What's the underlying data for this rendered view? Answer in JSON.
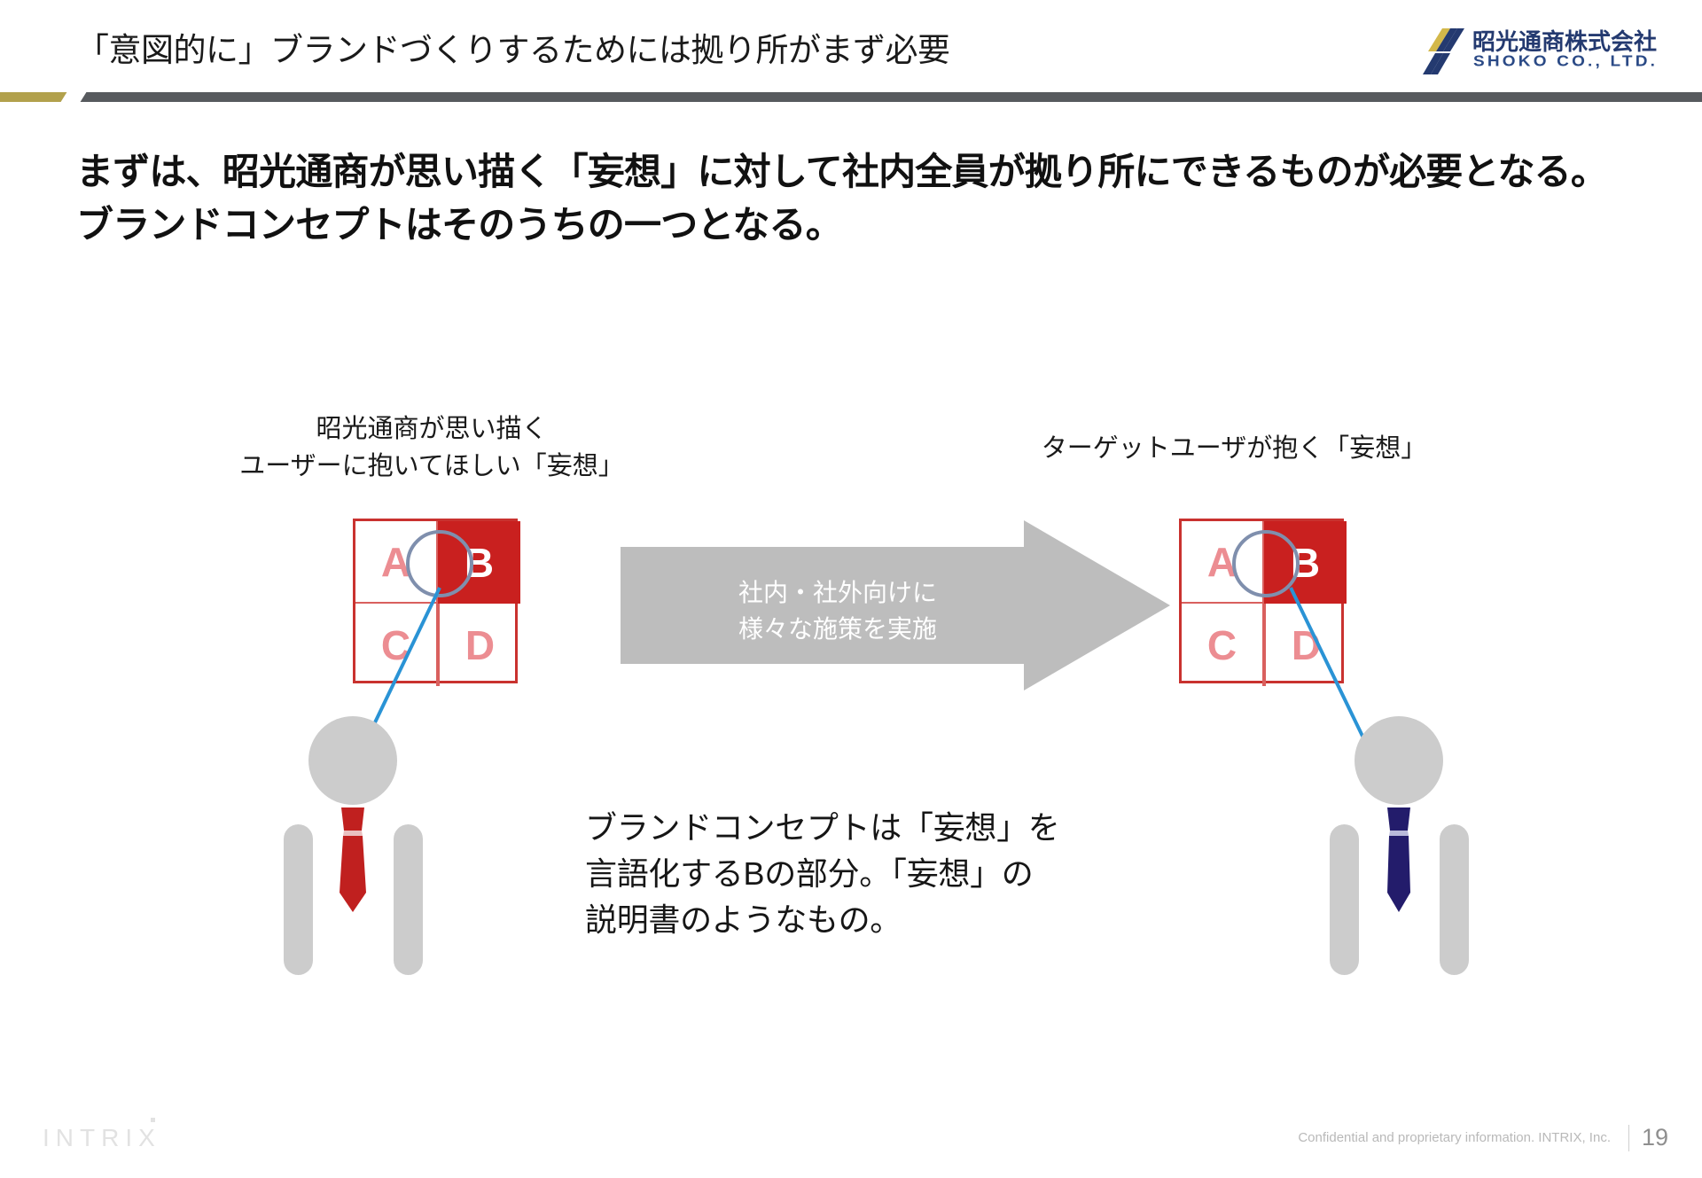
{
  "slide": {
    "header_title": "「意図的に」ブランドづくりするためには拠り所がまず必要",
    "lead_line1": "まずは、昭光通商が思い描く「妄想」に対して社内全員が拠り所にできるものが必要となる。",
    "lead_line2": "ブランドコンセプトはそのうちの一つとなる。"
  },
  "logo": {
    "company_ja": "昭光通商株式会社",
    "company_en": "SHOKO CO., LTD.",
    "slash_gold": "#d3b84a",
    "slash_navy": "#243a70"
  },
  "diagram": {
    "label_left_line1": "昭光通商が思い描く",
    "label_left_line2": "ユーザーに抱いてほしい「妄想」",
    "label_right": "ターゲットユーザが抱く「妄想」",
    "arrow_text_line1": "社内・社外向けに",
    "arrow_text_line2": "様々な施策を実施",
    "arrow_color": "#bdbdbd",
    "matrix_cells": [
      "A",
      "B",
      "C",
      "D"
    ],
    "matrix_highlight": "B",
    "matrix_border_color": "#c9322f",
    "matrix_highlight_bg": "#c9201f",
    "matrix_letter_color": "#ec8d92",
    "ring_color": "#7f8fad",
    "connector_color": "#2a93d5",
    "person_body_color": "#cccccc",
    "tie_left_color": "#c0201f",
    "tie_right_color": "#231c6b"
  },
  "explanation": {
    "line1": "ブランドコンセプトは「妄想」を",
    "line2": "言語化するBの部分。「妄想」の",
    "line3": "説明書のようなもの。"
  },
  "footer": {
    "brand": "INTRIX",
    "confidential": "Confidential and proprietary information. INTRIX, Inc.",
    "page_number": "19"
  }
}
